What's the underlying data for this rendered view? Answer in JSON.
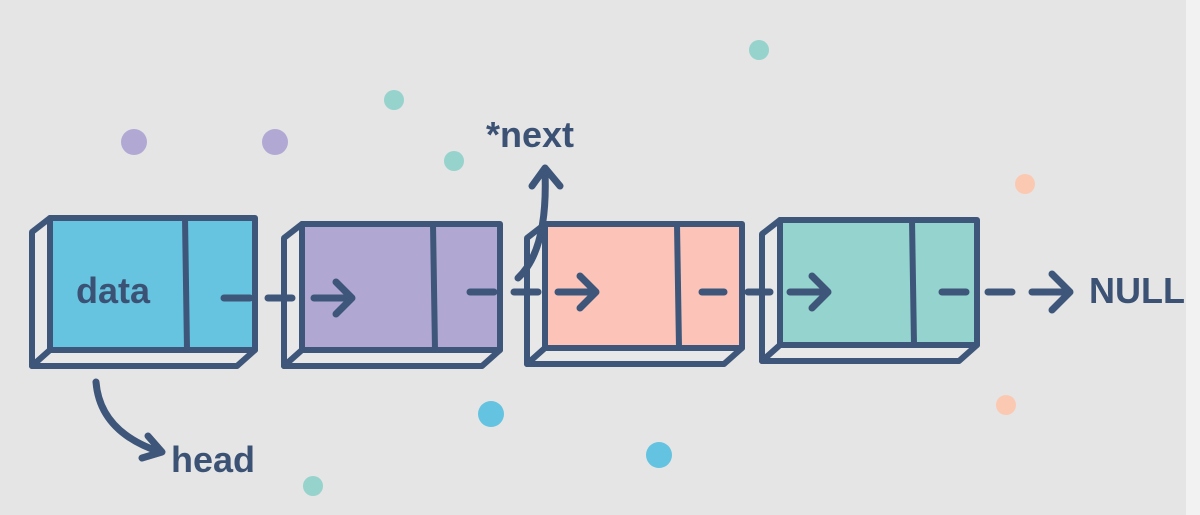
{
  "labels": {
    "data": "data",
    "next": "*next",
    "head": "head",
    "null": "NULL"
  },
  "colors": {
    "background": "#e5e5e5",
    "outline": "#3e5679",
    "node_1": "#66c4e0",
    "node_2": "#b0a8d3",
    "node_3": "#fcc4b8",
    "node_4": "#94d3ce",
    "dot_purple": "#b1a9d4",
    "dot_teal": "#95d3cc",
    "dot_blue": "#63c3e0",
    "dot_peach": "#fbc9b2"
  }
}
